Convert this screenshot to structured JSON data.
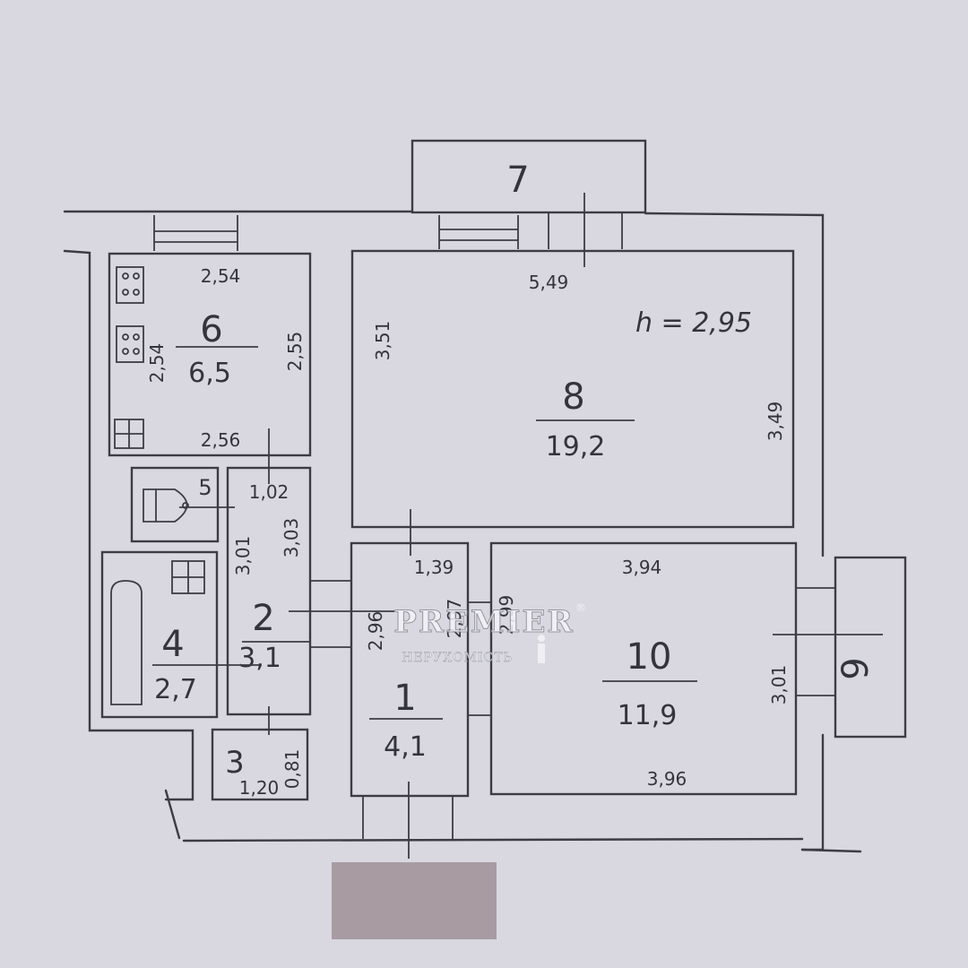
{
  "ceiling_height": "h = 2,95",
  "rooms": [
    {
      "id": "r1",
      "num": "1",
      "area": "4,1"
    },
    {
      "id": "r2",
      "num": "2",
      "area": "3,1"
    },
    {
      "id": "r3",
      "num": "3",
      "area": ""
    },
    {
      "id": "r4",
      "num": "4",
      "area": "2,7"
    },
    {
      "id": "r5",
      "num": "5",
      "area": ""
    },
    {
      "id": "r6",
      "num": "6",
      "area": "6,5"
    },
    {
      "id": "r7",
      "num": "7",
      "area": ""
    },
    {
      "id": "r8",
      "num": "8",
      "area": "19,2"
    },
    {
      "id": "r9",
      "num": "9",
      "area": ""
    },
    {
      "id": "r10",
      "num": "10",
      "area": "11,9"
    }
  ],
  "dimensions": {
    "r6_top": "2,54",
    "r6_left": "2,54",
    "r6_right": "2,55",
    "r6_bottom": "2,56",
    "r5_width": "1,02",
    "r2_left": "3,01",
    "r2_right": "3,03",
    "r3_width": "1,20",
    "r3_height": "0,81",
    "r8_top": "5,49",
    "r8_left": "3,51",
    "r8_right": "3,49",
    "r1_top": "1,39",
    "r1_left": "2,96",
    "r1_right": "2,97",
    "r10_top": "3,94",
    "r10_left": "2,99",
    "r10_right": "3,01",
    "r10_bottom": "3,96"
  },
  "watermark": {
    "brand": "PREMIER",
    "sub": "НЕРУХОМІСТЬ",
    "mark": "®"
  }
}
